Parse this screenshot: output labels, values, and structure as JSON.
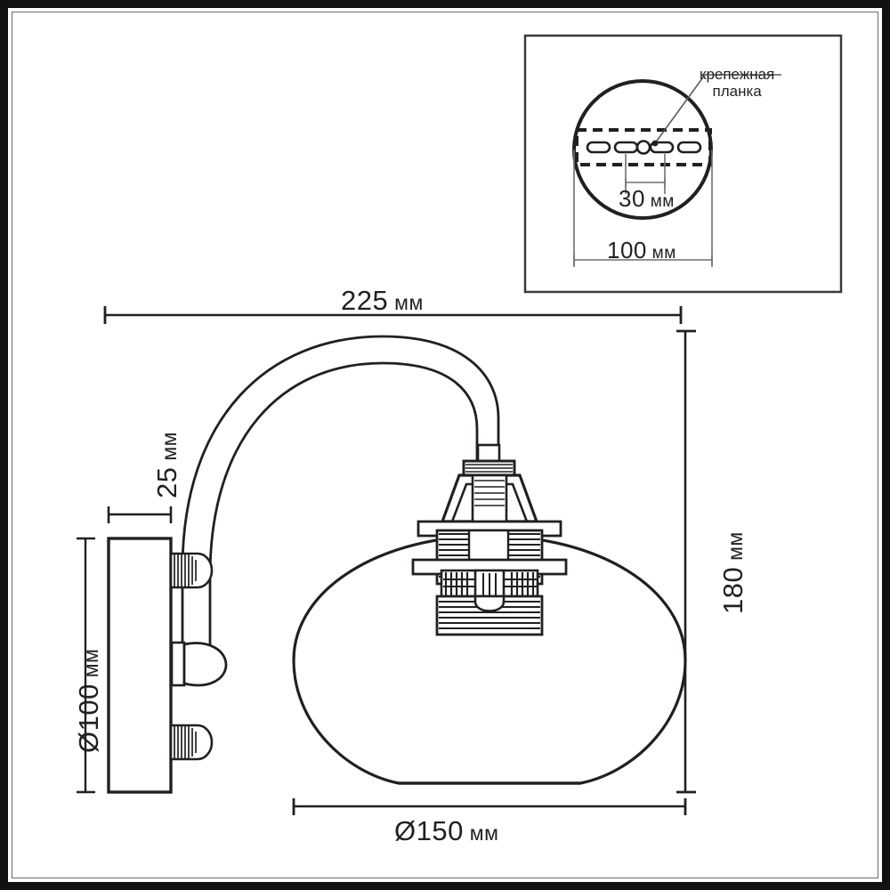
{
  "drawing": {
    "title": "Wall sconce dimensioned technical drawing",
    "stroke_color": "#231f20",
    "frame_color": "#111111",
    "inner_frame_color": "#6d6d6d",
    "background": "#ffffff"
  },
  "dimensions": {
    "overall_width": {
      "number": "225",
      "unit": "мм",
      "orientation": "horizontal",
      "position": "top"
    },
    "overall_height": {
      "number": "180",
      "unit": "мм",
      "orientation": "vertical",
      "position": "right"
    },
    "backplate_thickness": {
      "number": "25",
      "unit": "мм",
      "orientation": "vertical",
      "position": "upper-left"
    },
    "backplate_diameter": {
      "number": "100",
      "unit": "мм",
      "prefix": "Ø",
      "orientation": "vertical",
      "position": "left"
    },
    "shade_diameter": {
      "number": "150",
      "unit": "мм",
      "prefix": "Ø",
      "orientation": "horizontal",
      "position": "bottom"
    }
  },
  "inset": {
    "callout_line_1": "крепежная",
    "callout_line_2": "планка",
    "bracket_hole_spacing": {
      "number": "30",
      "unit": "мм"
    },
    "plate_diameter": {
      "number": "100",
      "unit": "мм"
    },
    "slot_count": 4,
    "center_hole_count": 1
  }
}
